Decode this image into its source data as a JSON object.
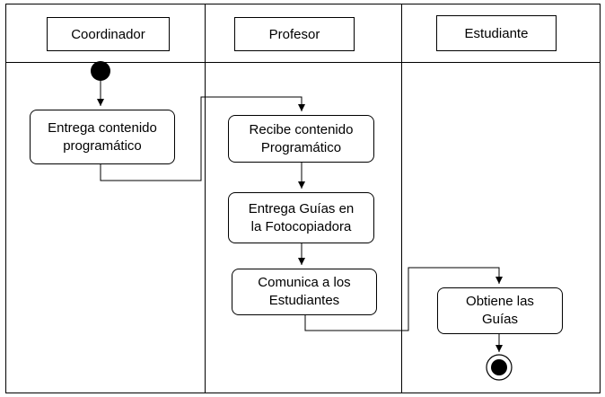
{
  "lanes": [
    {
      "title": "Coordinador"
    },
    {
      "title": "Profesor"
    },
    {
      "title": "Estudiante"
    }
  ],
  "activities": [
    {
      "id": "a1",
      "lines": [
        "Entrega contenido",
        "programático"
      ]
    },
    {
      "id": "a2",
      "lines": [
        "Recibe contenido",
        "Programático"
      ]
    },
    {
      "id": "a3",
      "lines": [
        "Entrega Guías en",
        "la Fotocopiadora"
      ]
    },
    {
      "id": "a4",
      "lines": [
        "Comunica a los",
        "Estudiantes"
      ]
    },
    {
      "id": "a5",
      "lines": [
        "Obtiene las",
        "Guías"
      ]
    }
  ]
}
